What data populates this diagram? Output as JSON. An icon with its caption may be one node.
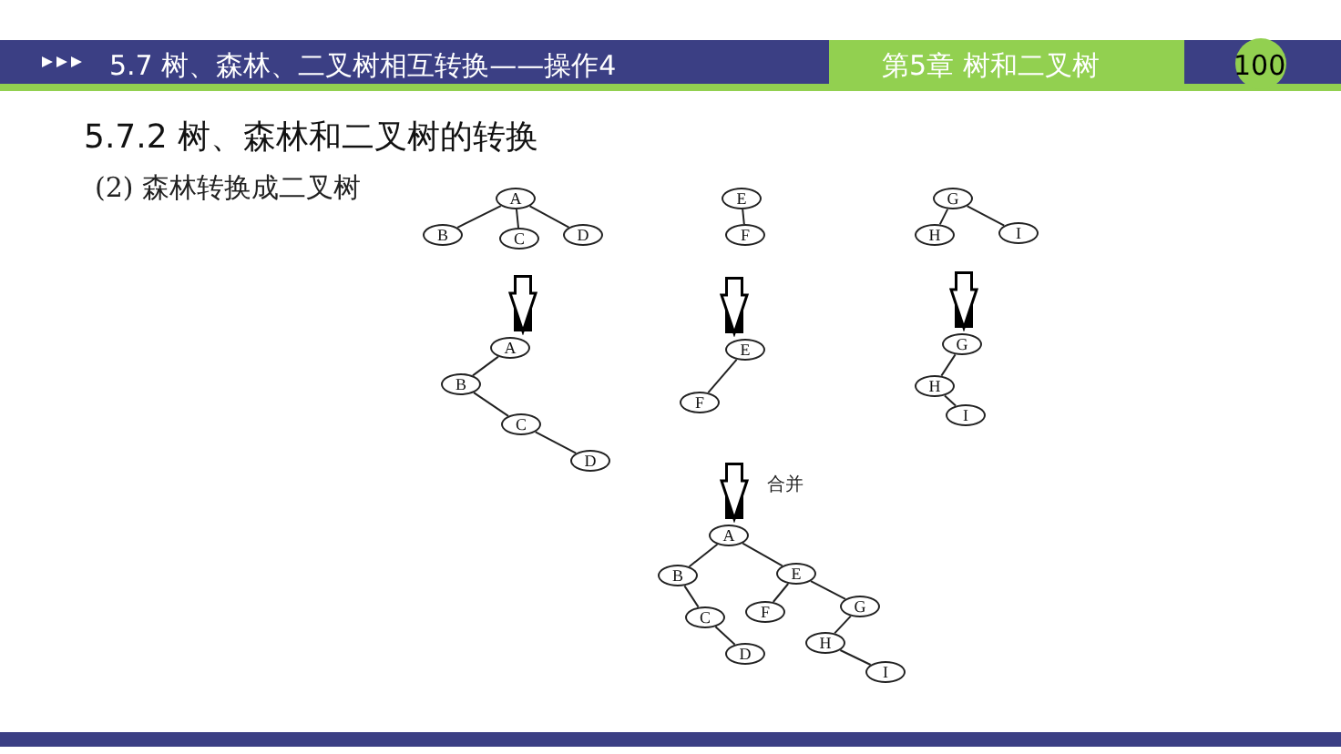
{
  "diagram": {
    "title": "5.7.2 树、森林和二叉树的转换",
    "nodes": [
      {
        "text": [
          "A"
        ]
      },
      {
        "text": [
          "B"
        ]
      },
      {
        "text": [
          "C"
        ]
      },
      {
        "text": [
          "D"
        ]
      },
      {
        "text": [
          "E"
        ]
      },
      {
        "text": [
          "F"
        ]
      },
      {
        "text": [
          "G"
        ]
      },
      {
        "text": [
          "H"
        ]
      },
      {
        "text": [
          "I"
        ]
      },
      {
        "text": [
          "A"
        ]
      },
      {
        "text": [
          "B"
        ]
      },
      {
        "text": [
          "C"
        ]
      },
      {
        "text": [
          "D"
        ]
      },
      {
        "text": [
          "E"
        ]
      },
      {
        "text": [
          "F"
        ]
      },
      {
        "text": [
          "G"
        ]
      },
      {
        "text": [
          "H"
        ]
      },
      {
        "text": [
          "I"
        ]
      },
      {
        "text": [
          "A"
        ]
      },
      {
        "text": [
          "B"
        ]
      },
      {
        "text": [
          "C"
        ]
      },
      {
        "text": [
          "D"
        ]
      },
      {
        "text": [
          "E"
        ]
      },
      {
        "text": [
          "F"
        ]
      },
      {
        "text": [
          "G"
        ]
      },
      {
        "text": [
          "H"
        ]
      },
      {
        "text": [
          "I"
        ]
      }
    ],
    "edges": [
      {
        "from": 0,
        "to": 1,
        "arrow": "none"
      },
      {
        "from": 0,
        "to": 2,
        "arrow": "none"
      },
      {
        "from": 0,
        "to": 3,
        "arrow": "none"
      },
      {
        "from": 4,
        "to": 5,
        "arrow": "none"
      },
      {
        "from": 6,
        "to": 7,
        "arrow": "none"
      },
      {
        "from": 6,
        "to": 8,
        "arrow": "none"
      },
      {
        "from": 9,
        "to": 10,
        "arrow": "none"
      },
      {
        "from": 10,
        "to": 11,
        "arrow": "none"
      },
      {
        "from": 11,
        "to": 12,
        "arrow": "none"
      },
      {
        "from": 13,
        "to": 14,
        "arrow": "none"
      },
      {
        "from": 15,
        "to": 16,
        "arrow": "none"
      },
      {
        "from": 16,
        "to": 17,
        "arrow": "none"
      },
      {
        "from": 18,
        "to": 19,
        "arrow": "none"
      },
      {
        "from": 19,
        "to": 20,
        "arrow": "none"
      },
      {
        "from": 20,
        "to": 21,
        "arrow": "none"
      },
      {
        "from": 18,
        "to": 22,
        "arrow": "none"
      },
      {
        "from": 22,
        "to": 23,
        "arrow": "none"
      },
      {
        "from": 22,
        "to": 24,
        "arrow": "none"
      },
      {
        "from": 24,
        "to": 25,
        "arrow": "none"
      },
      {
        "from": 25,
        "to": 26,
        "arrow": "none"
      },
      {
        "from": null,
        "to": 9,
        "arrow": "to",
        "style": "thick"
      },
      {
        "from": null,
        "to": 13,
        "arrow": "to",
        "style": "thick"
      },
      {
        "from": null,
        "to": 15,
        "arrow": "to",
        "style": "thick"
      },
      {
        "from": null,
        "to": 18,
        "arrow": "to",
        "style": "thick",
        "label": "合并"
      }
    ],
    "labels": [
      "5.7 树、森林、二叉树相互转换——操作4",
      "第5章 树和二叉树",
      "100",
      "(2) 森林转换成二叉树"
    ]
  }
}
